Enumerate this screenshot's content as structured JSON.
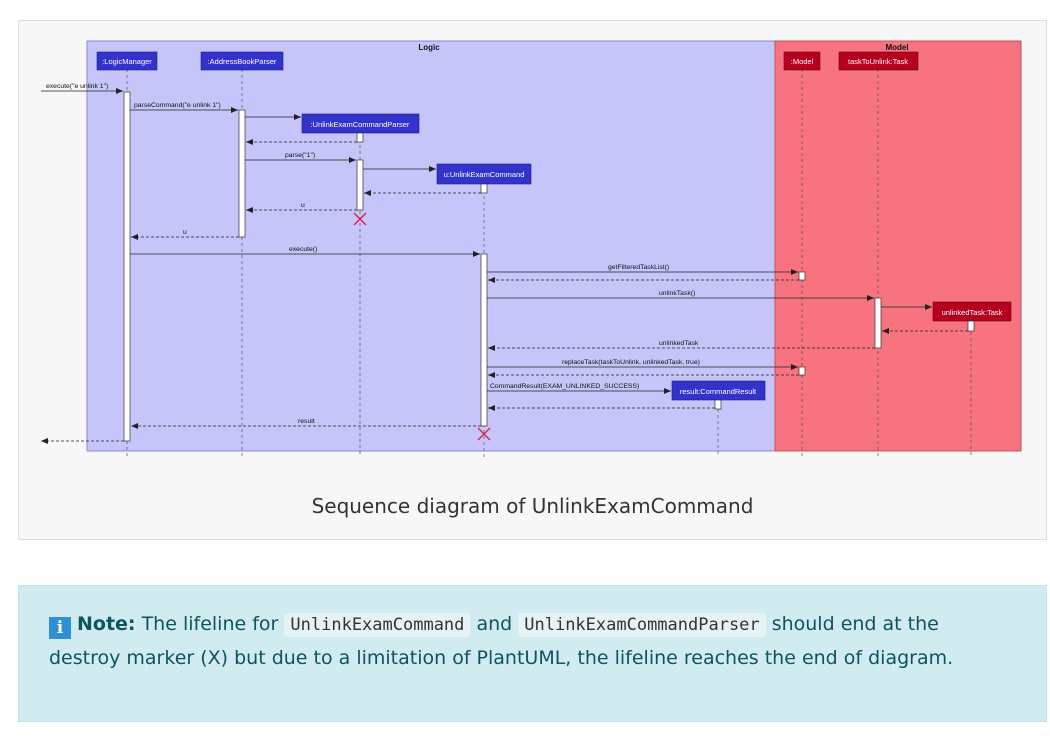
{
  "diagram": {
    "boxes": {
      "logic": "Logic",
      "model": "Model"
    },
    "participants": {
      "logic_manager": ":LogicManager",
      "address_book_parser": ":AddressBookParser",
      "unlink_exam_command_parser": ":UnlinkExamCommandParser",
      "unlink_exam_command": "u:UnlinkExamCommand",
      "command_result": "result:CommandResult",
      "model": ":Model",
      "task_to_unlink": "taskToUnlink:Task",
      "unlinked_task": "unlinkedTask:Task"
    },
    "messages": {
      "m1": "execute(\"e unlink 1\")",
      "m2": "parseCommand(\"e unlink 1\")",
      "m3": "parse(\"1\")",
      "m4": "u",
      "m5": "u",
      "m6": "execute()",
      "m7": "getFilteredTaskList()",
      "m8": "unlinkTask()",
      "m9": "unlinkedTask",
      "m10": "replaceTask(taskToUnlink, unlinkedTask, true)",
      "m11": "CommandResult(EXAM_UNLINKED_SUCCESS)",
      "m12": "result"
    },
    "colors": {
      "logic_box": "#c5c5fa",
      "model_box": "#f87380",
      "logic_participant": "#3333cc",
      "model_participant": "#b5001f",
      "destroy": "#dd2244"
    }
  },
  "caption": "Sequence diagram of UnlinkExamCommand",
  "note": {
    "icon": "i",
    "label": "Note:",
    "text1": "The lifeline for",
    "code1": "UnlinkExamCommand",
    "and": "and",
    "code2": "UnlinkExamCommandParser",
    "text2": "should end at the destroy marker (X) but due to a limitation of PlantUML, the lifeline reaches the end of diagram."
  }
}
